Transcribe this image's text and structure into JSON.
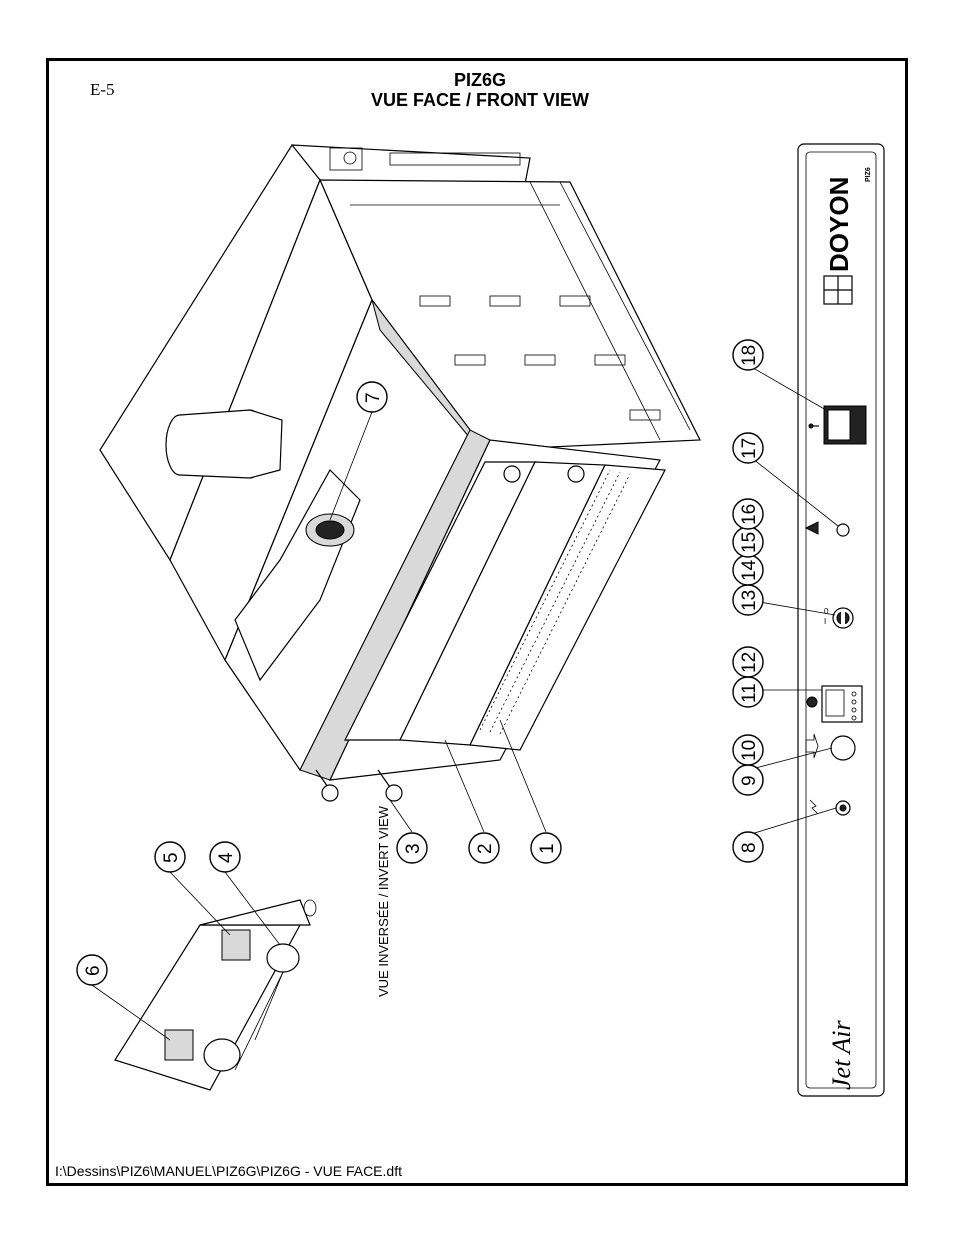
{
  "header": {
    "page_code": "E-5",
    "model": "PIZ6G",
    "view_title": "VUE FACE / FRONT VIEW"
  },
  "footer": {
    "file_path": "I:\\Dessins\\PIZ6\\MANUEL\\PIZ6G\\PIZ6G - VUE FACE.dft"
  },
  "inset": {
    "label": "VUE INVERSÉE / INVERT VIEW"
  },
  "panel": {
    "brand": "DOYON",
    "model_small": "PIZ6",
    "script_logo": "Jet Air"
  },
  "callouts": [
    "1",
    "2",
    "3",
    "4",
    "5",
    "6",
    "7",
    "8",
    "9",
    "10",
    "11",
    "12",
    "13",
    "14",
    "15",
    "16",
    "17",
    "18"
  ]
}
